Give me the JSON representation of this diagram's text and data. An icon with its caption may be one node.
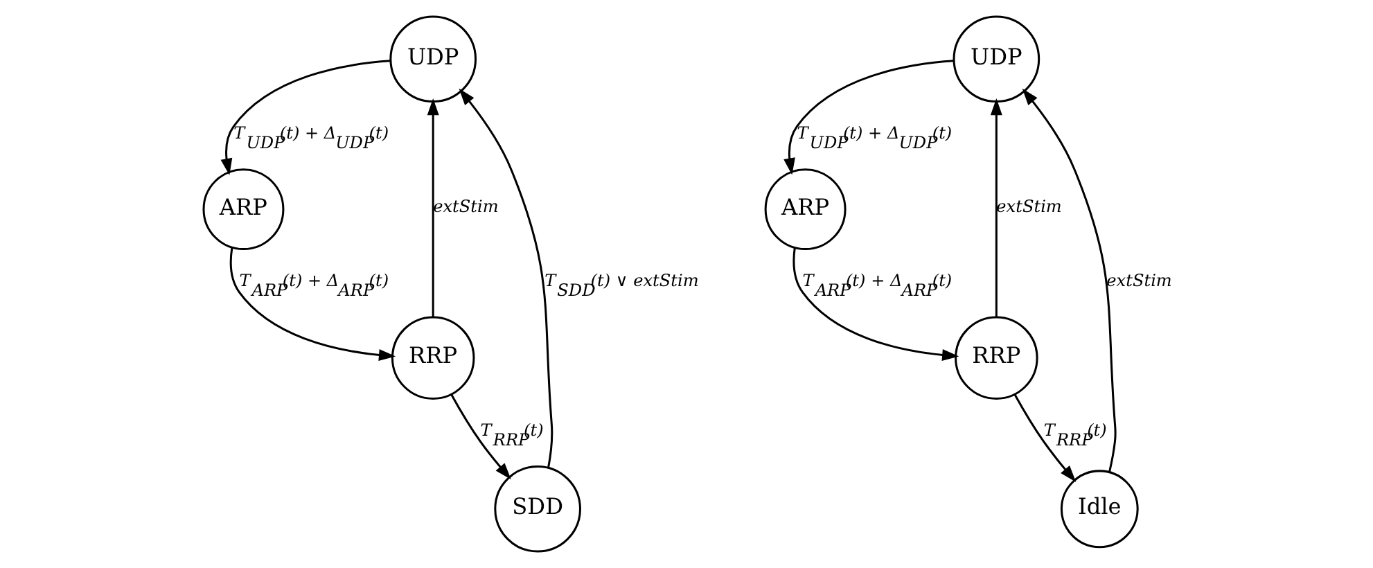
{
  "diagram": {
    "nodes": [
      {
        "text": [
          "UDP"
        ]
      },
      {
        "text": [
          "ARP"
        ]
      },
      {
        "text": [
          "RRP"
        ]
      },
      {
        "text": [
          "SDD"
        ]
      },
      {
        "text": [
          "UDP"
        ]
      },
      {
        "text": [
          "ARP"
        ]
      },
      {
        "text": [
          "RRP"
        ]
      },
      {
        "text": [
          "Idle"
        ]
      }
    ],
    "edges": [
      {
        "from": 0,
        "to": 1,
        "arrow": "to",
        "label": "T$_{UDP}$(t) + Δ$_{UDP}$(t)"
      },
      {
        "from": 1,
        "to": 2,
        "arrow": "to",
        "label": "T$_{ARP}$(t) + Δ$_{ARP}$(t)"
      },
      {
        "from": 2,
        "to": 3,
        "arrow": "to",
        "label": "T$_{RRP}$(t)"
      },
      {
        "from": 3,
        "to": 0,
        "arrow": "to",
        "label": "T$_{SDD}$(t) ∨ extStim"
      },
      {
        "from": 2,
        "to": 0,
        "arrow": "to",
        "label": "extStim"
      },
      {
        "from": 4,
        "to": 5,
        "arrow": "to",
        "label": "T$_{UDP}$(t) + Δ$_{UDP}$(t)"
      },
      {
        "from": 5,
        "to": 6,
        "arrow": "to",
        "label": "T$_{ARP}$(t) + Δ$_{ARP}$(t)"
      },
      {
        "from": 6,
        "to": 7,
        "arrow": "to",
        "label": "T$_{RRP}$(t)"
      },
      {
        "from": 7,
        "to": 4,
        "arrow": "to",
        "label": "extStim"
      },
      {
        "from": 6,
        "to": 4,
        "arrow": "to",
        "label": "extStim"
      }
    ]
  }
}
